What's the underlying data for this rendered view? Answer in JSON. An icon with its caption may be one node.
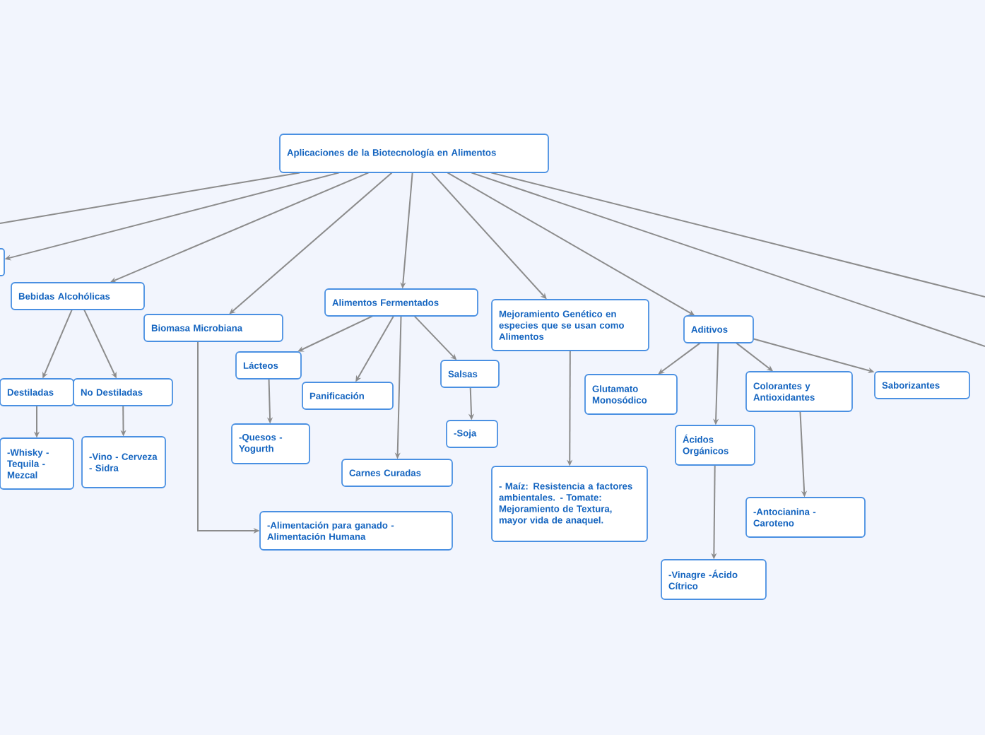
{
  "diagram": {
    "nodes": [
      {
        "text": [
          "Aplicaciones de la Biotecnología en Alimentos"
        ]
      },
      {
        "text": [],
        "shape": "box"
      },
      {
        "text": [
          "Bebidas Alcohólicas"
        ]
      },
      {
        "text": [
          "Destiladas"
        ]
      },
      {
        "text": [
          "-Whisky - Tequila - Mezcal"
        ]
      },
      {
        "text": [
          "No Destiladas"
        ]
      },
      {
        "text": [
          "-Vino - Cerveza - Sidra"
        ]
      },
      {
        "text": [
          "Alimentos Fermentados"
        ]
      },
      {
        "text": [
          "Biomasa Microbiana"
        ]
      },
      {
        "text": [
          "Lácteos"
        ]
      },
      {
        "text": [
          "-Quesos - Yogurth"
        ]
      },
      {
        "text": [
          "Panificación"
        ]
      },
      {
        "text": [
          "Carnes Curadas"
        ]
      },
      {
        "text": [
          "-Alimentación para ganado - Alimentación Humana"
        ]
      },
      {
        "text": [
          "Salsas"
        ]
      },
      {
        "text": [
          "-Soja"
        ]
      },
      {
        "text": [
          "Mejoramiento Genético en especies que se usan como Alimentos"
        ]
      },
      {
        "text": [
          "- Maíz: Resistencia a factores ambientales. - Tomate: Mejoramiento de Textura, mayor vida de anaquel."
        ]
      },
      {
        "text": [
          "Aditivos"
        ]
      },
      {
        "text": [
          "Glutamato Monosódico"
        ]
      },
      {
        "text": [
          "Ácidos Orgánicos"
        ]
      },
      {
        "text": [
          "Colorantes y Antioxidantes"
        ]
      },
      {
        "text": [
          "Saborizantes"
        ]
      },
      {
        "text": [
          "-Vinagre -Ácido Cítrico"
        ]
      },
      {
        "text": [
          "-Antocianina - Caroteno"
        ]
      }
    ],
    "edges": [
      {
        "from": 0,
        "to": null,
        "arrow": "none"
      },
      {
        "from": 0,
        "to": 1,
        "arrow": "to"
      },
      {
        "from": 0,
        "to": 2,
        "arrow": "to"
      },
      {
        "from": 0,
        "to": 8,
        "arrow": "to"
      },
      {
        "from": 0,
        "to": 7,
        "arrow": "to"
      },
      {
        "from": 0,
        "to": 16,
        "arrow": "to"
      },
      {
        "from": 0,
        "to": 18,
        "arrow": "to"
      },
      {
        "from": 0,
        "to": null,
        "arrow": "none"
      },
      {
        "from": 0,
        "to": null,
        "arrow": "none"
      },
      {
        "from": 2,
        "to": 3,
        "arrow": "to"
      },
      {
        "from": 2,
        "to": 5,
        "arrow": "to"
      },
      {
        "from": 3,
        "to": 4,
        "arrow": "to"
      },
      {
        "from": 5,
        "to": 6,
        "arrow": "to"
      },
      {
        "from": 7,
        "to": 9,
        "arrow": "to"
      },
      {
        "from": 7,
        "to": 11,
        "arrow": "to"
      },
      {
        "from": 7,
        "to": 12,
        "arrow": "to"
      },
      {
        "from": 7,
        "to": 14,
        "arrow": "to"
      },
      {
        "from": 8,
        "to": 13,
        "arrow": "to"
      },
      {
        "from": 9,
        "to": 10,
        "arrow": "to"
      },
      {
        "from": 14,
        "to": 15,
        "arrow": "to"
      },
      {
        "from": 16,
        "to": 17,
        "arrow": "to"
      },
      {
        "from": 18,
        "to": 19,
        "arrow": "to"
      },
      {
        "from": 18,
        "to": 20,
        "arrow": "to"
      },
      {
        "from": 18,
        "to": 21,
        "arrow": "to"
      },
      {
        "from": 18,
        "to": 22,
        "arrow": "to"
      },
      {
        "from": 20,
        "to": 23,
        "arrow": "to"
      },
      {
        "from": 21,
        "to": 24,
        "arrow": "to"
      }
    ]
  }
}
